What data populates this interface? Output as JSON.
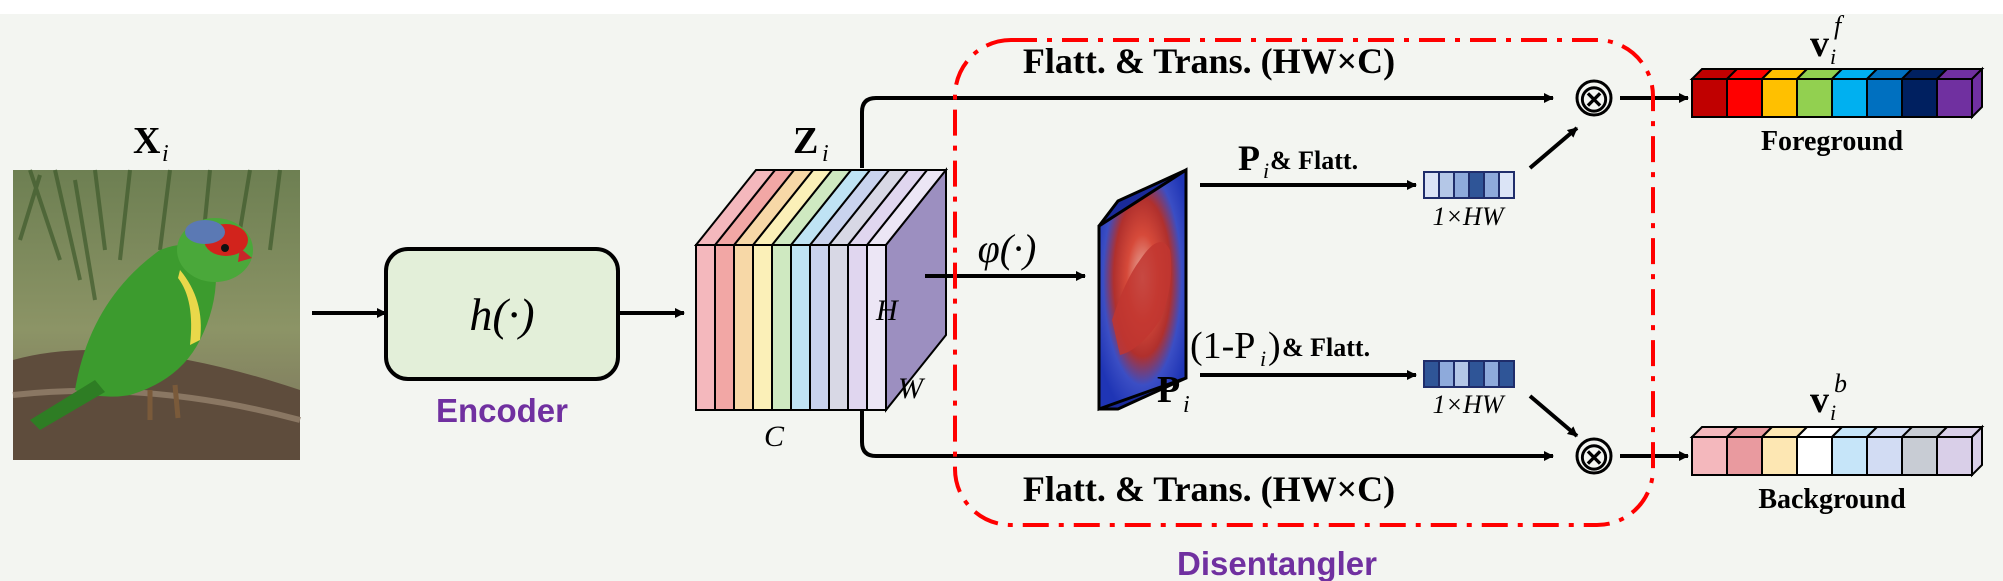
{
  "labels": {
    "input_x": "X",
    "input_x_sub": "i",
    "encoder_func": "h(·)",
    "encoder": "Encoder",
    "feature_z": "Z",
    "feature_z_sub": "i",
    "dim_c": "C",
    "dim_h": "H",
    "dim_w": "W",
    "phi": "φ(·)",
    "mask_p": "P",
    "mask_p_sub": "i",
    "fg_branch_prefix": "P",
    "fg_branch_sub": "i",
    "fg_branch_suffix": " & Flatt.",
    "bg_branch_prefix": "(1-P",
    "bg_branch_sub": "i",
    "bg_branch_close": ")",
    "bg_branch_suffix": " & Flatt.",
    "vec_size_top": "1×HW",
    "vec_size_bottom": "1×HW",
    "flatt_top": "Flatt. & Trans. (HW×C)",
    "flatt_bottom": "Flatt. & Trans. (HW×C)",
    "vf": "v",
    "vf_sub": "i",
    "vf_sup": "f",
    "vb": "v",
    "vb_sub": "i",
    "vb_sup": "b",
    "foreground": "Foreground",
    "background": "Background",
    "disentangler": "Disentangler",
    "otimes_top": "⊗",
    "otimes_bottom": "⊗"
  },
  "colors": {
    "panel_bg": "#f3f5f1",
    "encoder_fill": "#e3efd9",
    "title_purple": "#7030a0",
    "dashed_red": "#ff0000",
    "slices": [
      "#f4b8bd",
      "#f2a7a5",
      "#f7d8a7",
      "#fbf0b8",
      "#cfe9c1",
      "#bfe3f4",
      "#c9d3ee",
      "#d8d8e5",
      "#e0d6ef",
      "#ece6f5"
    ],
    "fg_vector": [
      "#c00000",
      "#ff0000",
      "#ffc000",
      "#92d050",
      "#00b0f0",
      "#0070c0",
      "#002060",
      "#7030a0"
    ],
    "bg_vector": [
      "#f4b8bd",
      "#e99a9f",
      "#fde7b3",
      "#ffffff",
      "#c6e5f9",
      "#d2dcf3",
      "#c8ccd4",
      "#d9cfe8"
    ],
    "mask_vec_top": [
      "#dbe4f6",
      "#b4c7e7",
      "#8eaadb",
      "#2f5597",
      "#8eaadb",
      "#dbe4f6"
    ],
    "mask_vec_bottom": [
      "#2f5597",
      "#8eaadb",
      "#b4c7e7",
      "#2f5597",
      "#8eaadb",
      "#2f5597"
    ]
  }
}
